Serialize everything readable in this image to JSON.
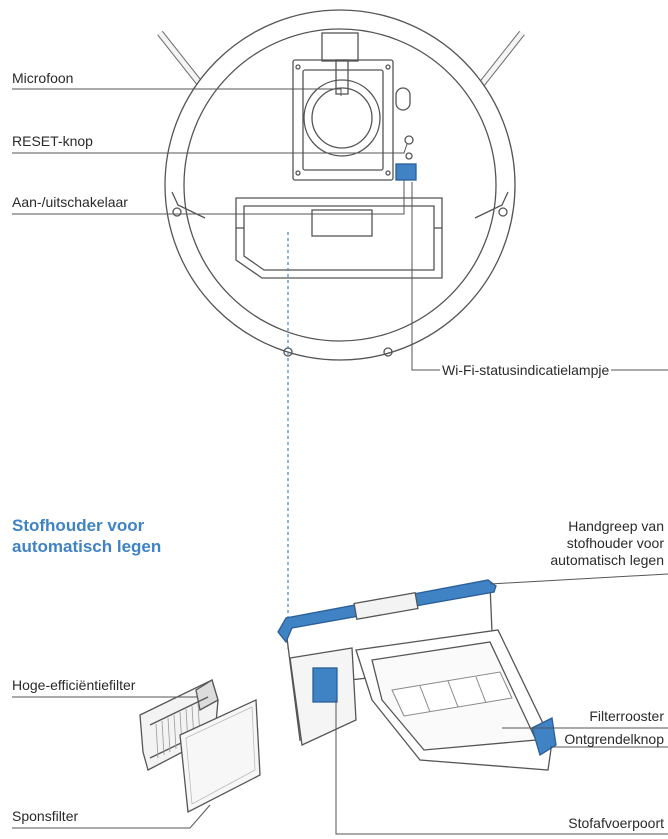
{
  "colors": {
    "accent": "#3f83c4",
    "outline": "#555555",
    "text": "#2a2a2a"
  },
  "labels": {
    "microfoon": "Microfoon",
    "reset": "RESET-knop",
    "aan_uit": "Aan-/uitschakelaar",
    "wifi": "Wi-Fi-statusindicatielampje",
    "section_title_1": "Stofhouder voor",
    "section_title_2": "automatisch legen",
    "handgreep_1": "Handgreep van",
    "handgreep_2": "stofhouder voor",
    "handgreep_3": "automatisch legen",
    "hepa": "Hoge-efficiëntiefilter",
    "filterrooster": "Filterrooster",
    "ontgrendel": "Ontgrendelknop",
    "spons": "Sponsfilter",
    "stofafvoer": "Stofafvoerpoort"
  }
}
